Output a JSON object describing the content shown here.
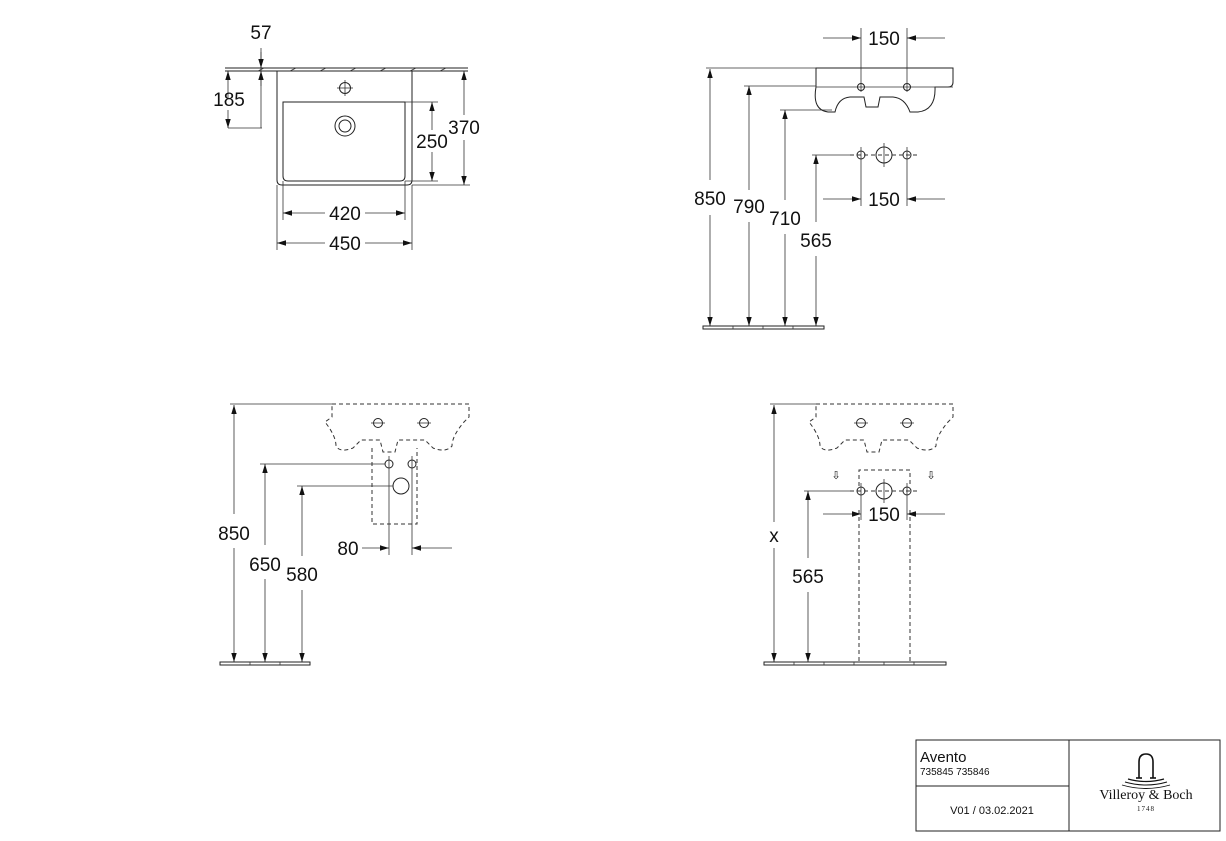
{
  "top_view": {
    "dim_57": "57",
    "dim_185": "185",
    "dim_250": "250",
    "dim_370": "370",
    "dim_420": "420",
    "dim_450": "450"
  },
  "side_view": {
    "dim_150_top": "150",
    "dim_150_bottom": "150",
    "dim_850": "850",
    "dim_790": "790",
    "dim_710": "710",
    "dim_565": "565"
  },
  "front_half_pedestal": {
    "dim_850": "850",
    "dim_650": "650",
    "dim_580": "580",
    "dim_80": "80"
  },
  "front_full_pedestal": {
    "dim_x": "x",
    "dim_565": "565",
    "dim_150": "150"
  },
  "title_block": {
    "product_name": "Avento",
    "article_numbers": "735845 735846",
    "version": "V01 / 03.02.2021",
    "brand_name": "Villeroy & Boch",
    "brand_year": "1748",
    "logo_icon": "villeroy-boch-tap-logo"
  }
}
